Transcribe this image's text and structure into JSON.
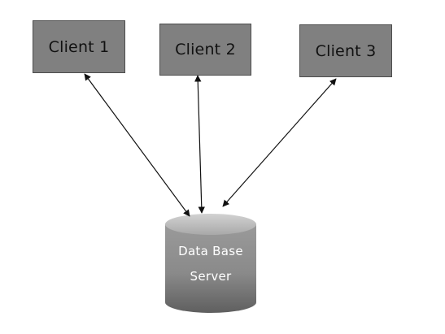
{
  "clients": [
    {
      "label": "Client 1"
    },
    {
      "label": "Client 2"
    },
    {
      "label": "Client 3"
    }
  ],
  "database": {
    "line1": "Data Base",
    "line2": "Server"
  },
  "colors": {
    "box_fill": "#808080",
    "box_border": "#4d4d4d",
    "cylinder_top": "#b8b8b8",
    "cylinder_body": "#8a8a8a",
    "arrow": "#111111"
  },
  "connections": [
    {
      "from": "Client 1",
      "to": "Data Base Server",
      "direction": "bidirectional"
    },
    {
      "from": "Client 2",
      "to": "Data Base Server",
      "direction": "bidirectional"
    },
    {
      "from": "Client 3",
      "to": "Data Base Server",
      "direction": "bidirectional"
    }
  ]
}
